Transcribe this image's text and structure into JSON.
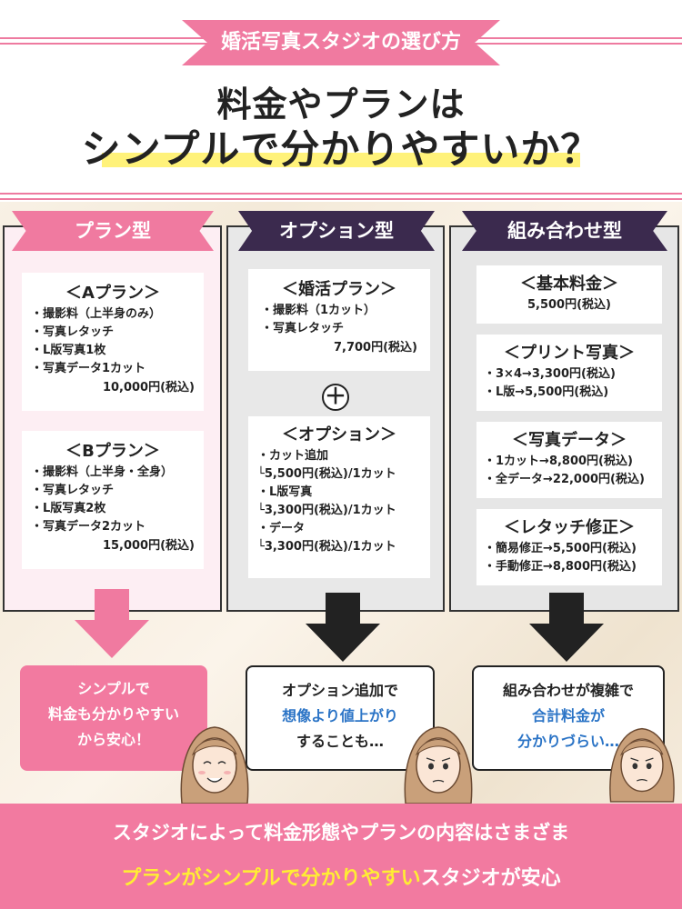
{
  "header": {
    "ribbon": "婚活写真スタジオの選び方",
    "title_line1": "料金やプランは",
    "title_line2": "シンプルで分かりやすいか？"
  },
  "columns": [
    {
      "tab": "プラン型",
      "cards": [
        {
          "title": "＜Aプラン＞",
          "lines": [
            "・撮影料（上半身のみ）",
            "・写真レタッチ",
            "・L版写真1枚",
            "・写真データ1カット"
          ],
          "price": "10,000円(税込)"
        },
        {
          "title": "＜Bプラン＞",
          "lines": [
            "・撮影料（上半身・全身）",
            "・写真レタッチ",
            "・L版写真2枚",
            "・写真データ2カット"
          ],
          "price": "15,000円(税込)"
        }
      ],
      "result": [
        "シンプルで",
        "料金も分かりやすい",
        "から安心！"
      ]
    },
    {
      "tab": "オプション型",
      "cards": [
        {
          "title": "＜婚活プラン＞",
          "lines": [
            "・撮影料（1カット）",
            "・写真レタッチ"
          ],
          "price": "7,700円(税込)"
        },
        {
          "title": "＜オプション＞",
          "lines": [
            "・カット追加",
            "└5,500円(税込)/1カット",
            "・L版写真",
            "└3,300円(税込)/1カット",
            "・データ",
            "└3,300円(税込)/1カット"
          ]
        }
      ],
      "plus": "＋",
      "result": [
        "オプション追加で",
        "想像より値上がり",
        "することも…"
      ]
    },
    {
      "tab": "組み合わせ型",
      "cards": [
        {
          "title": "＜基本料金＞",
          "lines": [
            "5,500円(税込)"
          ]
        },
        {
          "title": "＜プリント写真＞",
          "lines": [
            "・3×4→3,300円(税込)",
            "・L版→5,500円(税込)"
          ]
        },
        {
          "title": "＜写真データ＞",
          "lines": [
            "・1カット→8,800円(税込)",
            "・全データ→22,000円(税込)"
          ]
        },
        {
          "title": "＜レタッチ修正＞",
          "lines": [
            "・簡易修正→5,500円(税込)",
            "・手動修正→8,800円(税込)"
          ]
        }
      ],
      "result": [
        "組み合わせが複雑で",
        "合計料金が",
        "分かりづらい…"
      ]
    }
  ],
  "footer": {
    "line1": "スタジオによって料金形態やプランの内容はさまざま",
    "line2_highlight": "プランがシンプルで分かりやすい",
    "line2_rest": "スタジオが安心"
  },
  "colors": {
    "pink": "#f07aa0",
    "purple": "#3b2a4e",
    "yellow": "#fff27a",
    "blue": "#2b74c6"
  }
}
